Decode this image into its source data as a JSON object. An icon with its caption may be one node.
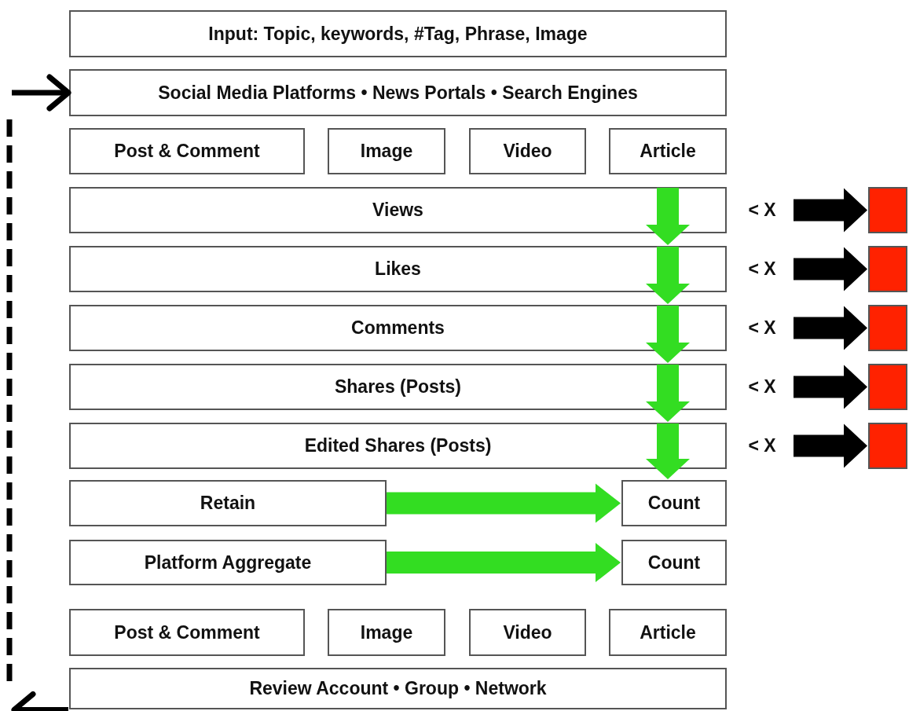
{
  "diagram": {
    "nodes": [
      {
        "text": [
          "Input: Topic, keywords, #Tag, Phrase, Image"
        ]
      },
      {
        "text": [
          "Social Media Platforms • News Portals • Search Engines"
        ]
      },
      {
        "text": [
          "Post & Comment"
        ]
      },
      {
        "text": [
          "Image"
        ]
      },
      {
        "text": [
          "Video"
        ]
      },
      {
        "text": [
          "Article"
        ]
      },
      {
        "text": [
          "Views"
        ]
      },
      {
        "text": [
          "Likes"
        ]
      },
      {
        "text": [
          "Comments"
        ]
      },
      {
        "text": [
          "Shares (Posts)"
        ]
      },
      {
        "text": [
          "Edited Shares (Posts)"
        ]
      },
      {
        "text": [
          "Retain"
        ]
      },
      {
        "text": [
          "Count"
        ]
      },
      {
        "text": [
          "Platform Aggregate"
        ]
      },
      {
        "text": [
          "Count"
        ]
      },
      {
        "text": [
          "Post & Comment"
        ]
      },
      {
        "text": [
          "Image"
        ]
      },
      {
        "text": [
          "Video"
        ]
      },
      {
        "text": [
          "Article"
        ]
      },
      {
        "text": [
          "Review Account • Group • Network"
        ]
      },
      {
        "text": [],
        "shape": "box"
      },
      {
        "text": [],
        "shape": "box"
      },
      {
        "text": [],
        "shape": "box"
      },
      {
        "text": [],
        "shape": "box"
      },
      {
        "text": [],
        "shape": "box"
      },
      {
        "text": [
          "< X"
        ]
      },
      {
        "text": [
          "< X"
        ]
      },
      {
        "text": [
          "< X"
        ]
      },
      {
        "text": [
          "< X"
        ]
      },
      {
        "text": [
          "< X"
        ]
      }
    ],
    "edges": [
      {
        "from": null,
        "to": 1,
        "arrow": "to"
      },
      {
        "from": 6,
        "to": 7,
        "arrow": "to",
        "color": "#33dd22"
      },
      {
        "from": 7,
        "to": 8,
        "arrow": "to",
        "color": "#33dd22"
      },
      {
        "from": 8,
        "to": 9,
        "arrow": "to",
        "color": "#33dd22"
      },
      {
        "from": 9,
        "to": 10,
        "arrow": "to",
        "color": "#33dd22"
      },
      {
        "from": 10,
        "to": 12,
        "arrow": "to",
        "color": "#33dd22"
      },
      {
        "from": 25,
        "to": 20,
        "arrow": "to"
      },
      {
        "from": 26,
        "to": 21,
        "arrow": "to"
      },
      {
        "from": 27,
        "to": 22,
        "arrow": "to"
      },
      {
        "from": 28,
        "to": 23,
        "arrow": "to"
      },
      {
        "from": 29,
        "to": 24,
        "arrow": "to"
      },
      {
        "from": 11,
        "to": 12,
        "arrow": "to",
        "color": "#33dd22"
      },
      {
        "from": 13,
        "to": 14,
        "arrow": "to",
        "color": "#33dd22"
      },
      {
        "from": 19,
        "to": null,
        "arrow": "to"
      }
    ]
  }
}
